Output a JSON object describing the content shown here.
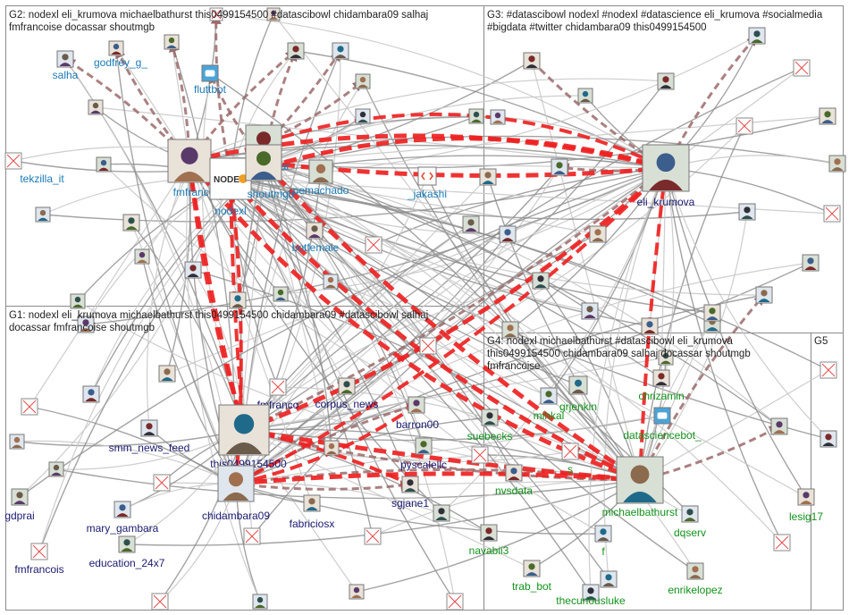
{
  "colors": {
    "edge_gray": "#8c8c8c",
    "edge_light": "#c8c8c8",
    "edge_brown": "#9c6a6a",
    "edge_red": "#ee2222",
    "box_border": "#8a8a8a",
    "label_blue": "#1a7ab5",
    "label_navy": "#1a1a70",
    "label_green": "#12921b",
    "label_black": "#111111"
  },
  "groups": [
    {
      "id": "G2",
      "text_lines": [
        "G2: nodexl eli_krumova michaelbathurst this0499154500 #datascibowl chidambara09 salhaj",
        "fmfrancoise docassar shoutmgb"
      ]
    },
    {
      "id": "G3",
      "text_lines": [
        "G3: #datascibowl nodexl #nodexl #datascience eli_krumova #socialmedia",
        "#bigdata #twitter chidambara09 this0499154500"
      ]
    },
    {
      "id": "G1",
      "text_lines": [
        "G1: nodexl eli_krumova michaelbathurst this0499154500 chidambara09 #datascibowl salhaj",
        "docassar fmfrancoise shoutmgb"
      ]
    },
    {
      "id": "G4",
      "text_lines": [
        "G4: nodexl michaelbathurst #datascibowl eli_krumova",
        "this0499154500 chidambara09 salhaj docassar shoutmgb",
        "fmfrancoise"
      ]
    },
    {
      "id": "G5",
      "text_lines": [
        "G5"
      ]
    }
  ],
  "vertices": [
    {
      "label": "salha",
      "color": "blue",
      "icon": "avatar-photo"
    },
    {
      "label": "godfrey_g_",
      "color": "blue",
      "icon": "avatar-photo"
    },
    {
      "label": "fluttbot",
      "color": "blue",
      "icon": "robot-icon"
    },
    {
      "label": "tekzilla_it",
      "color": "blue",
      "icon": "broken-image-icon"
    },
    {
      "label": "fmfranco",
      "color": "blue",
      "icon": "avatar-photo"
    },
    {
      "label": "docassar",
      "color": "blue",
      "icon": "avatar-photo"
    },
    {
      "label": "nodexl",
      "color": "blue",
      "icon": "nodexl-logo"
    },
    {
      "label": "shoutmgb",
      "color": "blue",
      "icon": "avatar-photo"
    },
    {
      "label": "pemachado",
      "color": "blue",
      "icon": "avatar-photo"
    },
    {
      "label": "_jakashi",
      "color": "blue",
      "icon": "code-icon"
    },
    {
      "label": "botfemale",
      "color": "blue",
      "icon": "avatar-photo"
    },
    {
      "label": "eli_krumova",
      "color": "navy",
      "icon": "avatar-photo"
    },
    {
      "label": "fmfranco",
      "color": "navy",
      "icon": "broken-image-icon"
    },
    {
      "label": "corpus_news",
      "color": "navy",
      "icon": "avatar-photo"
    },
    {
      "label": "barron00",
      "color": "navy",
      "icon": "avatar-photo"
    },
    {
      "label": "smm_news_feed",
      "color": "navy",
      "icon": "avatar-photo"
    },
    {
      "label": "this0499154500",
      "color": "navy",
      "icon": "avatar-photo"
    },
    {
      "label": "pyscalellc",
      "color": "navy",
      "icon": "avatar-photo"
    },
    {
      "label": "chidambara09",
      "color": "navy",
      "icon": "avatar-photo"
    },
    {
      "label": "sgjane1",
      "color": "navy",
      "icon": "avatar-photo"
    },
    {
      "label": "gdprai",
      "color": "navy",
      "icon": "avatar-photo"
    },
    {
      "label": "mary_gambara",
      "color": "navy",
      "icon": "avatar-photo"
    },
    {
      "label": "fabriciosx",
      "color": "navy",
      "icon": "avatar-photo"
    },
    {
      "label": "education_24x7",
      "color": "navy",
      "icon": "avatar-photo"
    },
    {
      "label": "fmfrancois",
      "color": "navy",
      "icon": "broken-image-icon"
    },
    {
      "label": "chrizamin",
      "color": "green",
      "icon": "avatar-photo"
    },
    {
      "label": "grjenkin",
      "color": "green",
      "icon": "avatar-photo"
    },
    {
      "label": "mihkal",
      "color": "green",
      "icon": "avatar-photo"
    },
    {
      "label": "datasciencebot_",
      "color": "green",
      "icon": "robot-icon"
    },
    {
      "label": "suebecks",
      "color": "green",
      "icon": "avatar-photo"
    },
    {
      "label": "s",
      "color": "green",
      "icon": "broken-image-icon"
    },
    {
      "label": "nvsdata",
      "color": "green",
      "icon": "avatar-photo"
    },
    {
      "label": "michaelbathurst",
      "color": "green",
      "icon": "avatar-photo"
    },
    {
      "label": "dqserv",
      "color": "green",
      "icon": "avatar-photo"
    },
    {
      "label": "lesig17",
      "color": "green",
      "icon": "avatar-photo"
    },
    {
      "label": "navabii3",
      "color": "green",
      "icon": "avatar-photo"
    },
    {
      "label": "f",
      "color": "green",
      "icon": "avatar-photo"
    },
    {
      "label": "trab_bot",
      "color": "green",
      "icon": "avatar-photo"
    },
    {
      "label": "enrikelopez",
      "color": "green",
      "icon": "avatar-photo"
    },
    {
      "label": "thecuriousluke",
      "color": "green",
      "icon": "avatar-photo"
    }
  ]
}
